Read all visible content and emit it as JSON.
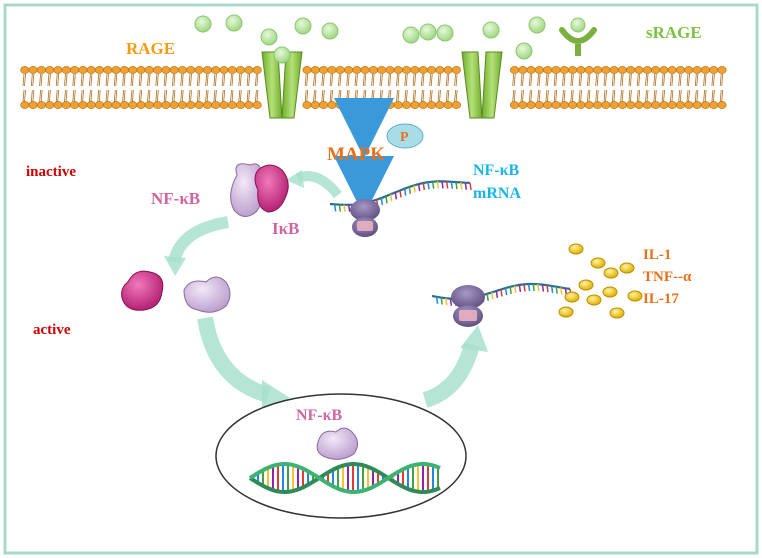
{
  "labels": {
    "rage": "RAGE",
    "srage": "sRAGE",
    "mapk": "MAPK",
    "phospho": "P",
    "nfkb_mrna_line1": "NF-κB",
    "nfkb_mrna_line2": "mRNA",
    "inactive": "inactive",
    "active": "active",
    "nfkb_complex": "NF-κB",
    "ikb": "IκB",
    "nfkb_nucleus": "NF-κB",
    "il1": "IL-1",
    "tnf": "TNF--α",
    "il17": "IL-17"
  },
  "colors": {
    "frame": "#a8d8c8",
    "rage_label": "#f39c12",
    "srage_label": "#7cc242",
    "mapk_label": "#e8701a",
    "mrna_label": "#19b5e8",
    "state_label": "#cc0000",
    "nfkb_label": "#d0669f",
    "cytokine_label": "#e8701a",
    "receptor": "#8dc63f",
    "lipid_head": "#f0a030",
    "ligand": "#b8e6a0",
    "flow_arrow": "#a8e0cc",
    "signal_arrow": "#3a9ad9",
    "ikb_protein": "#d63384",
    "nfkb_protein": "#c8a8d8",
    "ribosome": "#7a6a9a",
    "cytokine": "#f0c010"
  }
}
